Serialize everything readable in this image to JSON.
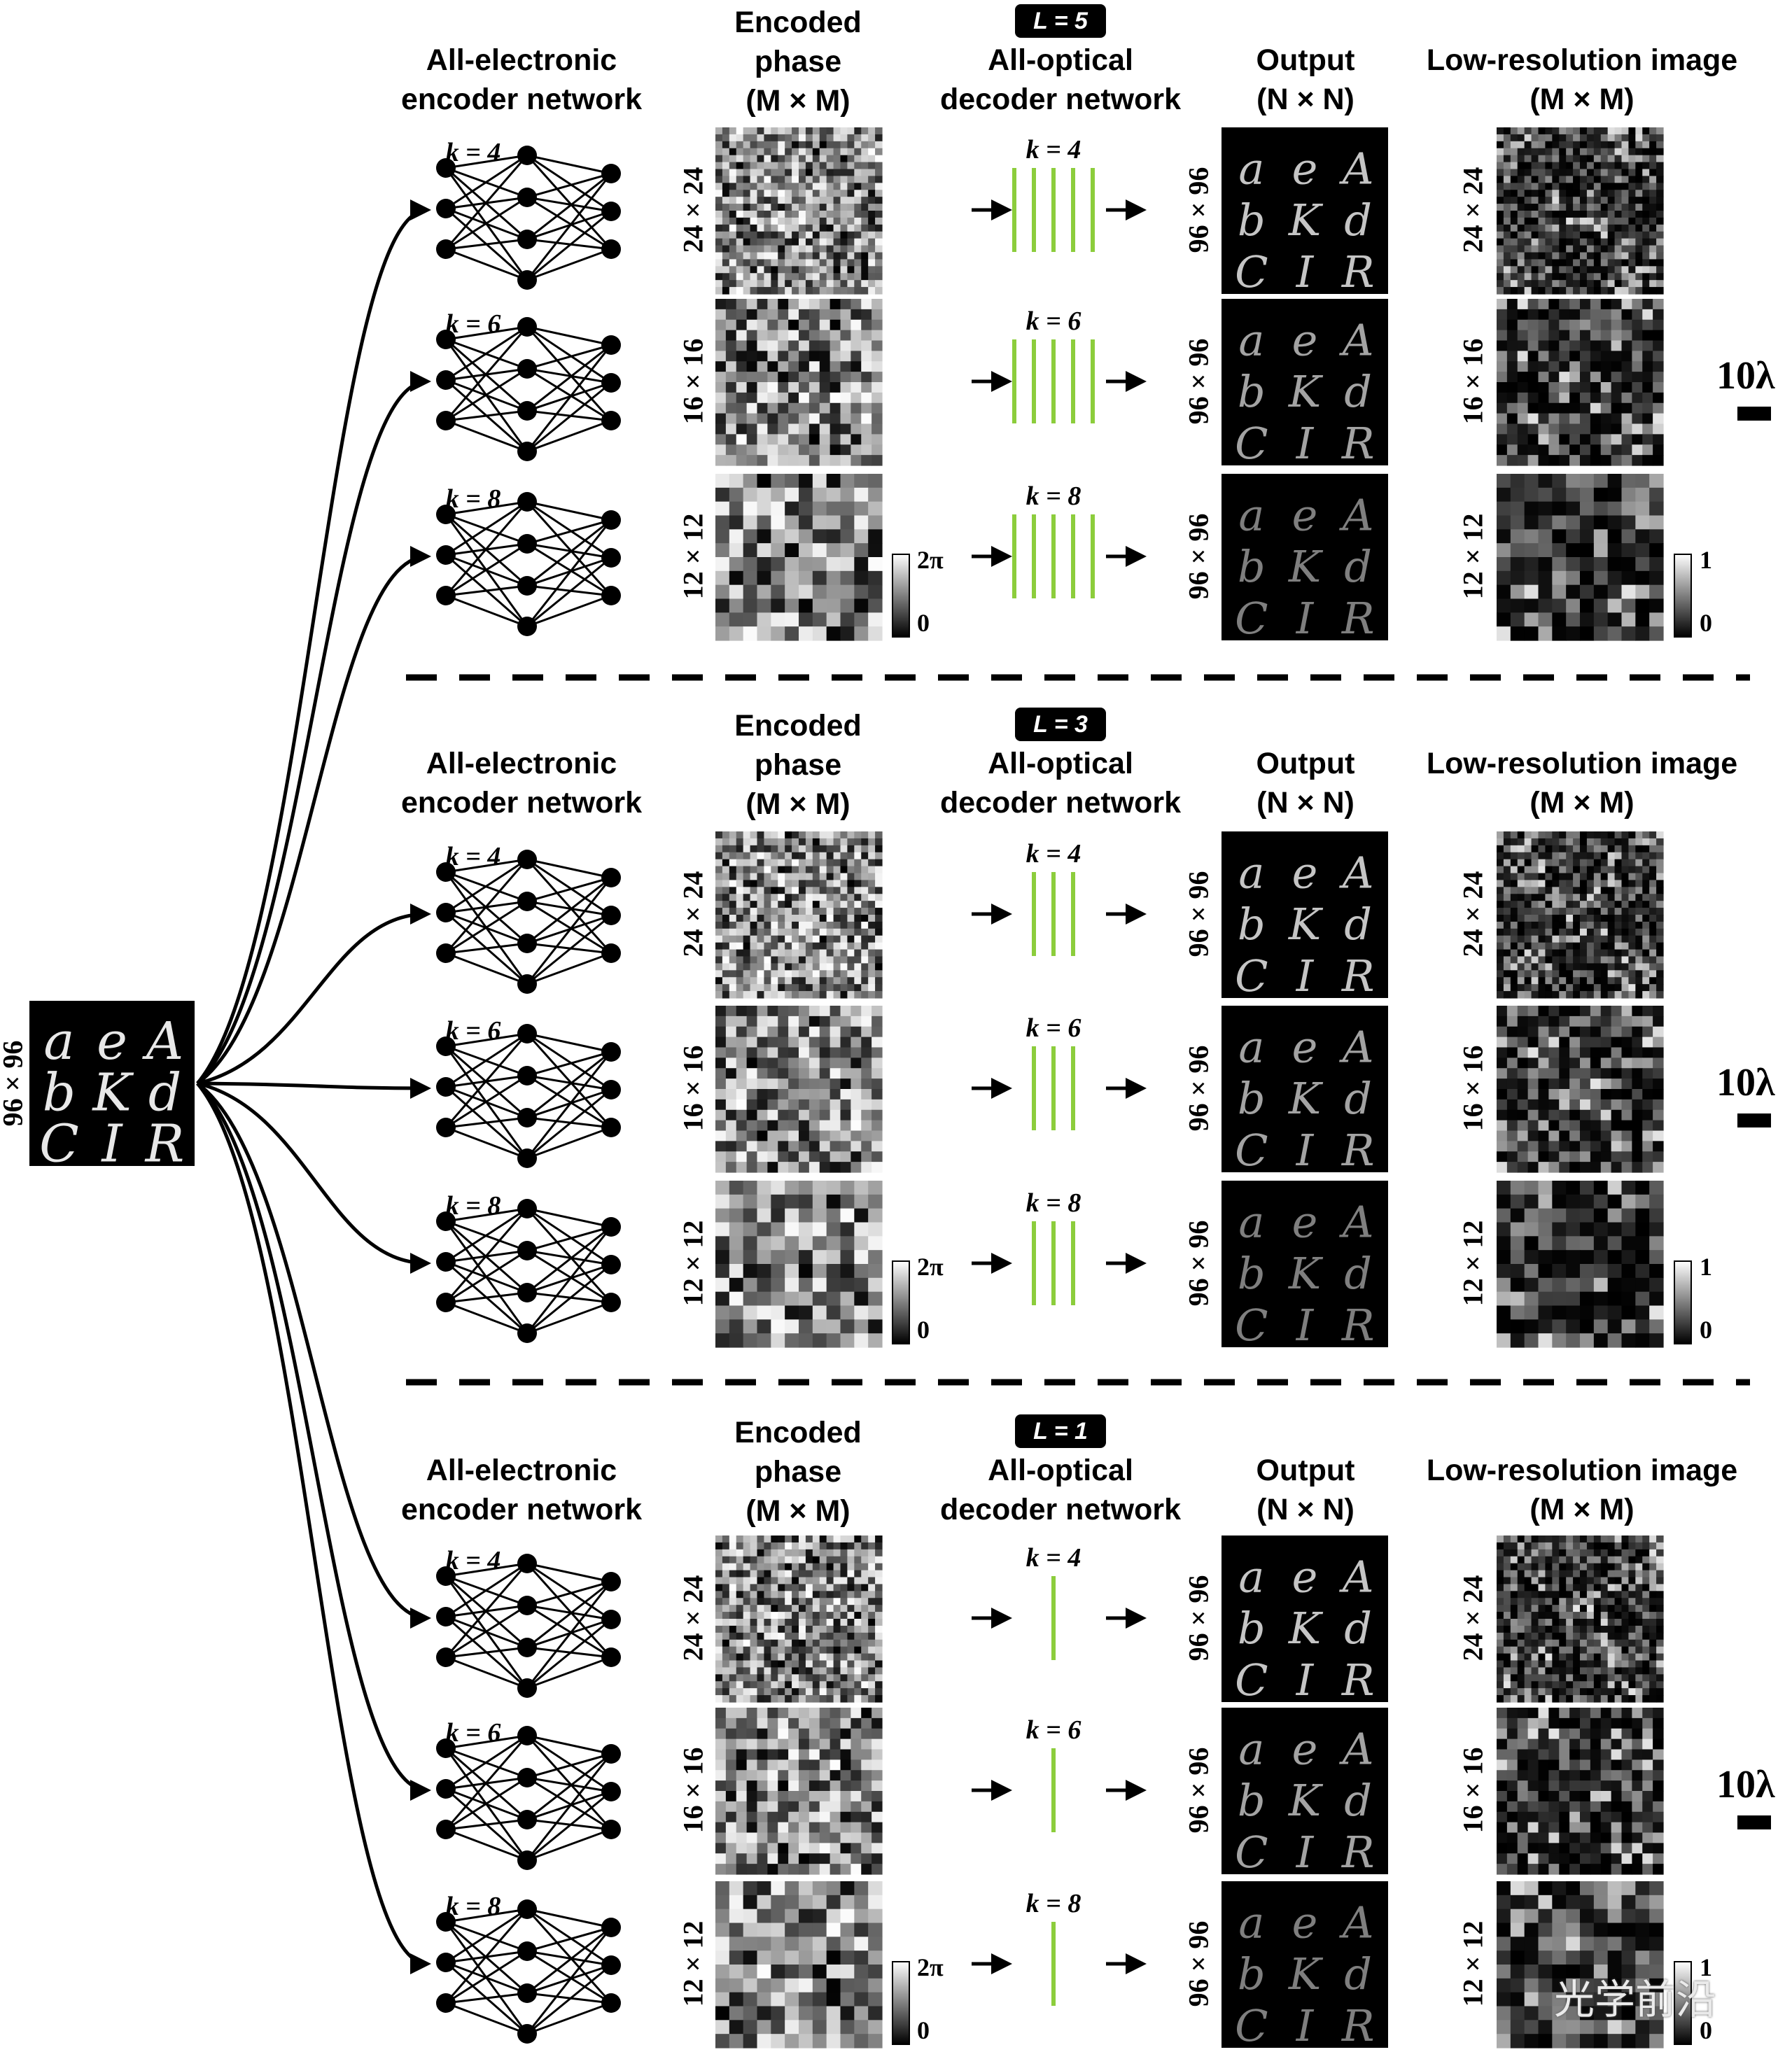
{
  "input": {
    "size_label": "96 × 96",
    "glyphs": [
      "a",
      "e",
      "A",
      "b",
      "K",
      "d",
      "C",
      "I",
      "R"
    ]
  },
  "headers": {
    "encoder": [
      "All-electronic",
      "encoder network"
    ],
    "phase": [
      "Encoded",
      "phase",
      "(M × M)"
    ],
    "decoder": [
      "All-optical",
      "decoder network"
    ],
    "output": [
      "Output",
      "(N × N)"
    ],
    "lowres": [
      "Low-resolution image",
      "(M × M)"
    ]
  },
  "blocks": [
    {
      "L_label": "L = 5",
      "layers": 5,
      "rows": [
        {
          "k": "k = 4",
          "phase_size": "24 × 24",
          "output_size": "96 × 96",
          "lowres_size": "24 × 24"
        },
        {
          "k": "k = 6",
          "phase_size": "16 × 16",
          "output_size": "96 × 96",
          "lowres_size": "16 × 16"
        },
        {
          "k": "k = 8",
          "phase_size": "12 × 12",
          "output_size": "96 × 96",
          "lowres_size": "12 × 12"
        }
      ]
    },
    {
      "L_label": "L = 3",
      "layers": 3,
      "rows": [
        {
          "k": "k = 4",
          "phase_size": "24 × 24",
          "output_size": "96 × 96",
          "lowres_size": "24 × 24"
        },
        {
          "k": "k = 6",
          "phase_size": "16 × 16",
          "output_size": "96 × 96",
          "lowres_size": "16 × 16"
        },
        {
          "k": "k = 8",
          "phase_size": "12 × 12",
          "output_size": "96 × 96",
          "lowres_size": "12 × 12"
        }
      ]
    },
    {
      "L_label": "L = 1",
      "layers": 1,
      "rows": [
        {
          "k": "k = 4",
          "phase_size": "24 × 24",
          "output_size": "96 × 96",
          "lowres_size": "24 × 24"
        },
        {
          "k": "k = 6",
          "phase_size": "16 × 16",
          "output_size": "96 × 96",
          "lowres_size": "16 × 16"
        },
        {
          "k": "k = 8",
          "phase_size": "12 × 12",
          "output_size": "96 × 96",
          "lowres_size": "12 × 12"
        }
      ]
    }
  ],
  "colorbars": {
    "phase_max": "2π",
    "phase_min": "0",
    "amp_max": "1",
    "amp_min": "0"
  },
  "scale_bar": "10λ",
  "watermark": "光学前沿",
  "colors": {
    "layer": "#8ccd3c",
    "ink": "#000000",
    "background": "#ffffff"
  }
}
